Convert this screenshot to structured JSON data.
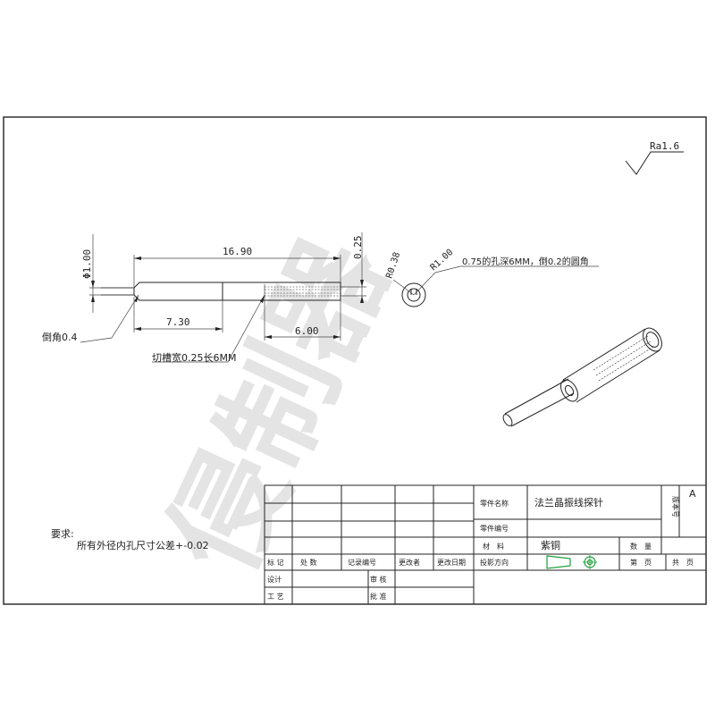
{
  "drawing": {
    "roughness": "Ra1.6",
    "dims": {
      "diameter": "Φ1.00",
      "overall_length": "16.90",
      "step_length": "7.30",
      "slot_length": "6.00",
      "slot_width": "0.25"
    },
    "callouts": {
      "chamfer": "倒角0.4",
      "slot_note": "切槽宽0.25长6MM",
      "hole_note": "0.75的孔深6MM，倒0.2的圆角",
      "radius_small": "R0.38",
      "radius_large": "R1.00"
    }
  },
  "watermark": "侵制器",
  "requirements": {
    "title": "要求:",
    "text": "所有外径内孔尺寸公差+-0.02"
  },
  "title_block": {
    "part_name_label": "零件名称",
    "part_name": "法兰晶振线探针",
    "part_no_label": "零件编号",
    "material_label": "材　料",
    "material": "紫铜",
    "quantity_label": "数　量",
    "projection_label": "投影方向",
    "sheet_label": "第　页",
    "total_label": "共　页",
    "version_label": "版本号",
    "version": "A",
    "row_headers": [
      "标 记",
      "处 数",
      "记录编号",
      "更改者",
      "更改日期"
    ],
    "design_label": "设计",
    "craft_label": "工 艺",
    "review_label": "审 核",
    "approve_label": "批 准"
  },
  "colors": {
    "accent_green": "#1f9e3a",
    "line": "#222222"
  }
}
